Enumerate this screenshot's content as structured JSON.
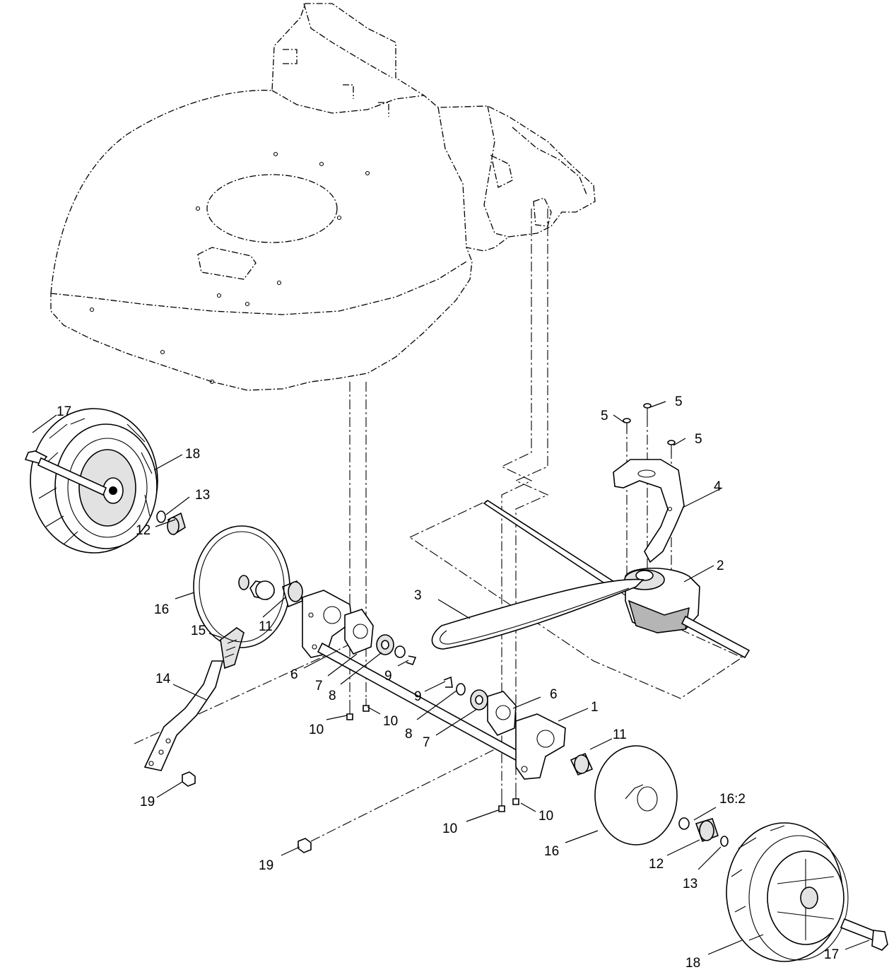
{
  "callouts": {
    "c1": "1",
    "c2": "2",
    "c3": "3",
    "c4": "4",
    "c5a": "5",
    "c5b": "5",
    "c5c": "5",
    "c6a": "6",
    "c6b": "6",
    "c7a": "7",
    "c7b": "7",
    "c8a": "8",
    "c8b": "8",
    "c9a": "9",
    "c9b": "9",
    "c10a": "10",
    "c10b": "10",
    "c10c": "10",
    "c10d": "10",
    "c11a": "11",
    "c11b": "11",
    "c12a": "12",
    "c12b": "12",
    "c13a": "13",
    "c13b": "13",
    "c14": "14",
    "c15": "15",
    "c16a": "16",
    "c16b": "16",
    "c16c": "16:2",
    "c17a": "17",
    "c17b": "17",
    "c18a": "18",
    "c18b": "18",
    "c19a": "19",
    "c19b": "19"
  }
}
